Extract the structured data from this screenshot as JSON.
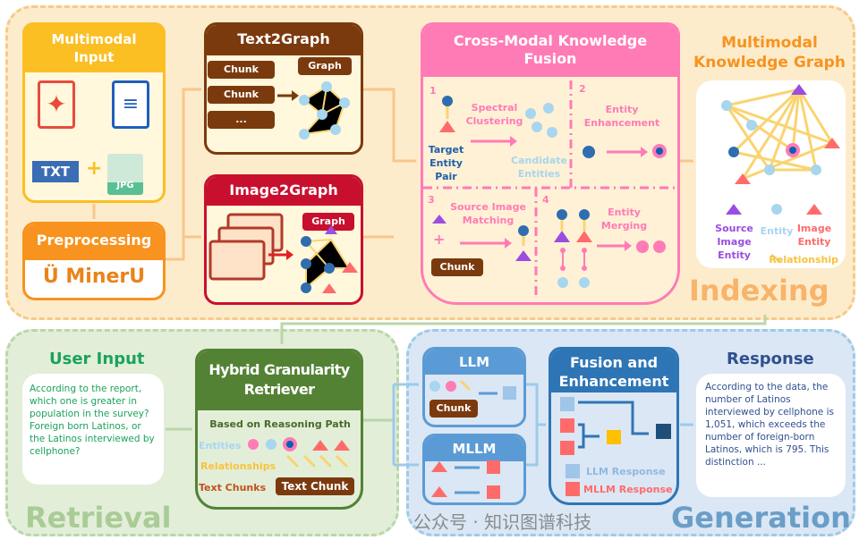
{
  "indexing": {
    "label": "Indexing",
    "multimodal_input": {
      "title": "Multimodal Input",
      "icons": [
        "pdf-icon",
        "doc-icon",
        "txt-icon",
        "jpg-icon"
      ],
      "txt": "TXT",
      "jpg": "JPG",
      "plus": "+"
    },
    "preprocessing": {
      "title": "Preprocessing",
      "logo": "MinerU"
    },
    "text2graph": {
      "title": "Text2Graph",
      "chunks": [
        "Chunk",
        "Chunk",
        "..."
      ],
      "graph": "Graph"
    },
    "image2graph": {
      "title": "Image2Graph",
      "graph": "Graph"
    },
    "fusion": {
      "title": "Cross-Modal Knowledge Fusion",
      "s1": {
        "num": "1",
        "label": "Spectral Clustering",
        "target": "Target Entity Pair",
        "candidate": "Candidate Entities"
      },
      "s2": {
        "num": "2",
        "label": "Entity Enhancement"
      },
      "s3": {
        "num": "3",
        "label": "Source Image Matching",
        "chunk": "Chunk",
        "plus": "+"
      },
      "s4": {
        "num": "4",
        "label": "Entity Merging"
      }
    },
    "mmkg": {
      "title": "Multimodal Knowledge Graph",
      "legend": {
        "source": "Source Image Entity",
        "entity": "Entity",
        "image": "Image Entity",
        "relationship": "Relationship"
      }
    }
  },
  "retrieval": {
    "label": "Retrieval",
    "user_input": {
      "title": "User Input",
      "text": "According to the report, which one is greater in population in the survey? Foreign born Latinos, or the Latinos interviewed by cellphone?"
    },
    "retriever": {
      "title": "Hybrid Granularity Retriever",
      "subtitle": "Based on Reasoning Path",
      "entities": "Entities",
      "relationships": "Relationships",
      "text_chunks": "Text Chunks",
      "text_chunk": "Text Chunk"
    }
  },
  "generation": {
    "label": "Generation",
    "llm": {
      "title": "LLM",
      "chunk": "Chunk"
    },
    "mllm": {
      "title": "MLLM"
    },
    "fusion": {
      "title": "Fusion and Enhancement",
      "llm_response": "LLM Response",
      "mllm_response": "MLLM Response"
    },
    "response": {
      "title": "Response",
      "text": "According to the data, the number of Latinos interviewed by cellphone is 1,051, which exceeds the number of foreign-born Latinos, which is 795. This distinction ..."
    }
  },
  "watermark": "公众号 · 知识图谱科技",
  "colors": {
    "indexing": "#fdeccc",
    "retrieval": "#e3eed9",
    "generation": "#dbe7f4",
    "pink": "#ff7bb5",
    "brown": "#7b3a0e",
    "red": "#c8102e",
    "green": "#548235",
    "blue": "#2e75b6"
  }
}
